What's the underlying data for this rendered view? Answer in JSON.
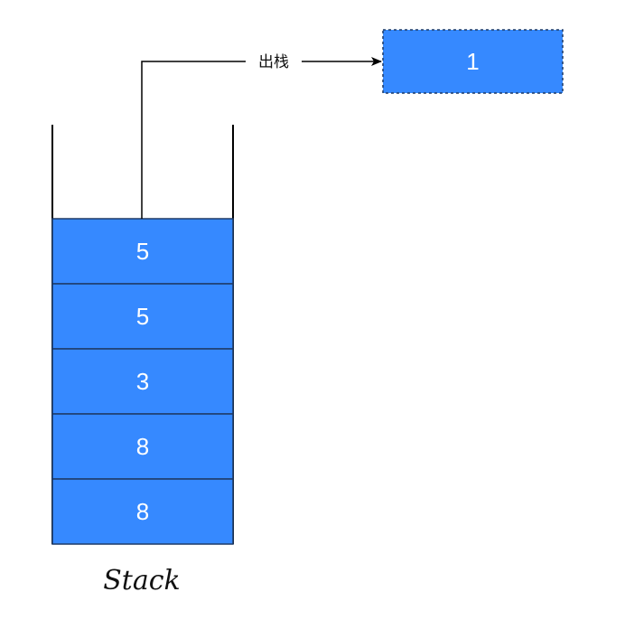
{
  "colors": {
    "cell_fill": "#3689ff",
    "cell_stroke": "#1f3a66",
    "line": "#000000",
    "text_on_cell": "#ffffff"
  },
  "stack": {
    "label": "Stack",
    "items": [
      "5",
      "5",
      "3",
      "8",
      "8"
    ]
  },
  "popped": {
    "value": "1"
  },
  "edge": {
    "label": "出栈"
  }
}
